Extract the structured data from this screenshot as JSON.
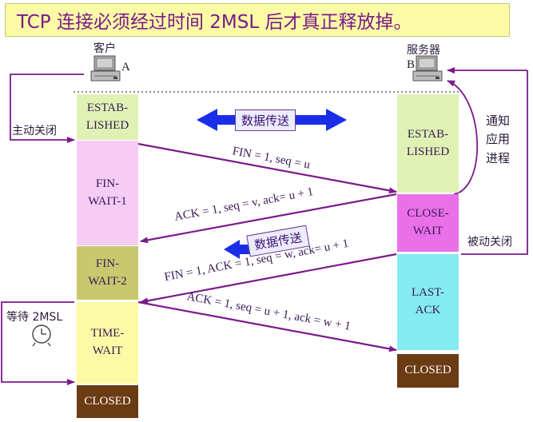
{
  "title": "TCP 连接必须经过时间 2MSL 后才真正释放掉。",
  "client": {
    "name": "客户",
    "letter": "A",
    "states": [
      "ESTAB-\nLISHED",
      "FIN-\nWAIT-1",
      "FIN-\nWAIT-2",
      "TIME-\nWAIT",
      "CLOSED"
    ]
  },
  "server": {
    "name": "服务器",
    "letter": "B",
    "states": [
      "ESTAB-\nLISHED",
      "CLOSE-\nWAIT",
      "LAST-\nACK",
      "CLOSED"
    ]
  },
  "messages": {
    "fin1": "FIN = 1, seq = u",
    "ack1": "ACK = 1, seq = v, ack= u + 1",
    "fin2": "FIN = 1, ACK = 1, seq = w, ack= u + 1",
    "ack2": "ACK = 1, seq = u + 1, ack = w + 1"
  },
  "notes": {
    "active_close": "主动关闭",
    "passive_close": "被动关闭",
    "notify_app": "通知\n应用\n进程",
    "data_transfer_1": "数据传送",
    "data_transfer_2": "数据传送",
    "wait_2msl": "等待 2MSL"
  },
  "colors": {
    "arrow": "#7a1a8a",
    "blue_arrow": "#1a2ee8",
    "title_bg": "#fbfba6"
  }
}
